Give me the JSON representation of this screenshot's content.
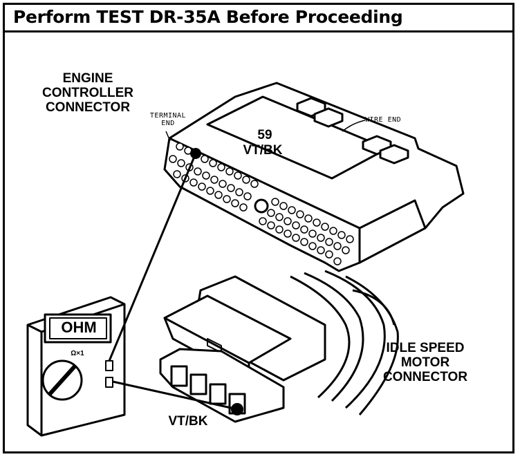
{
  "title": "Perform TEST DR-35A Before Proceeding",
  "labels": {
    "engine_controller_connector": [
      "ENGINE",
      "CONTROLLER",
      "CONNECTOR"
    ],
    "terminal_end": [
      "TERMINAL",
      "END"
    ],
    "wire_end": "WIRE END",
    "terminal_number": "59",
    "terminal_wire_color": "VT/BK",
    "idle_speed_motor_connector": [
      "IDLE SPEED",
      "MOTOR",
      "CONNECTOR"
    ],
    "motor_wire_color": "VT/BK",
    "meter_display": "OHM",
    "meter_range": "Ω×1"
  },
  "icons": [
    "ohmmeter-icon",
    "engine-controller-connector-icon",
    "idle-speed-motor-connector-icon"
  ]
}
